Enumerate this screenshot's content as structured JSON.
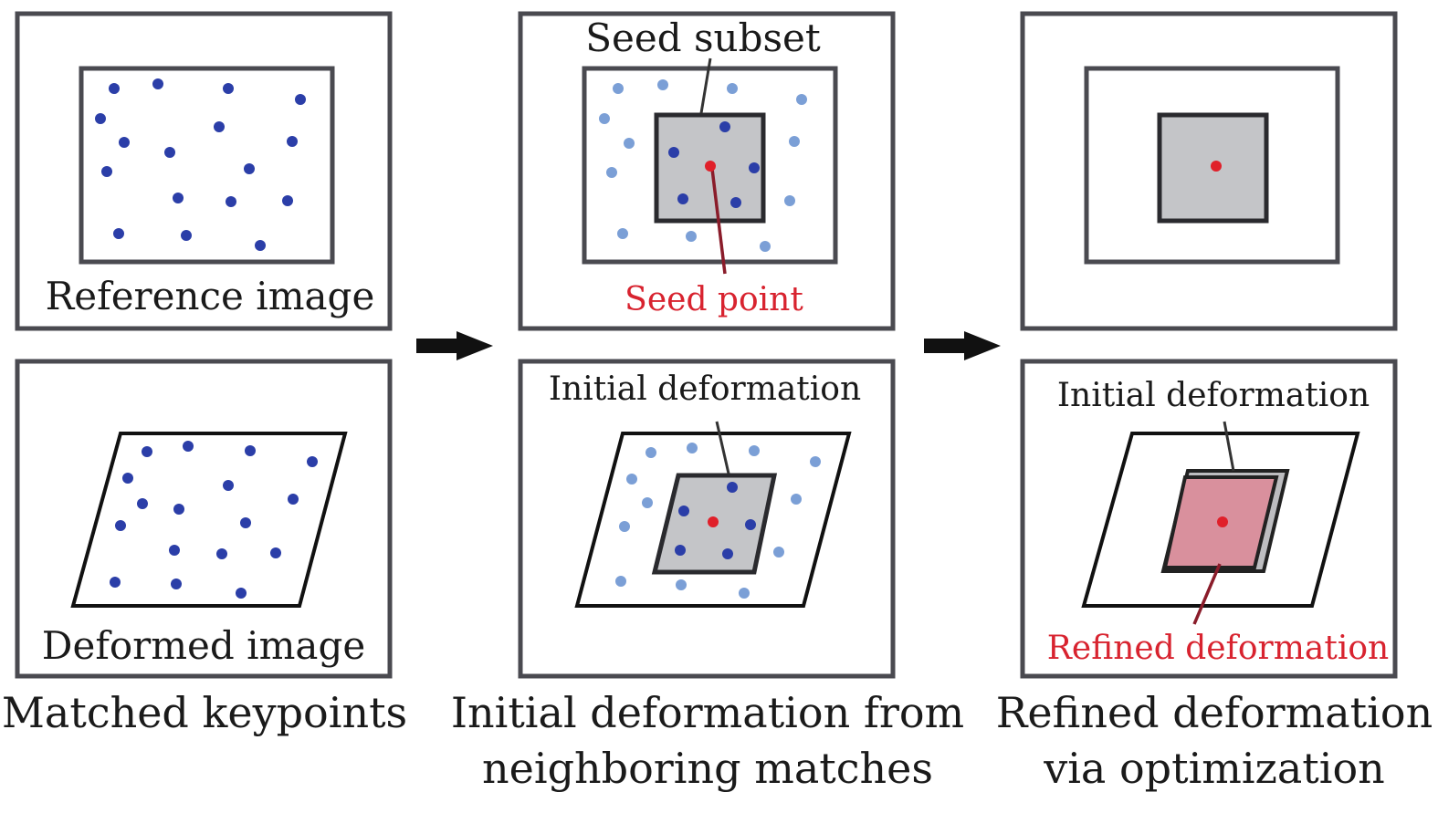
{
  "colors": {
    "keypoint": "#2b3ea8",
    "keypoint_faded": "#7b9fd6",
    "seed": "#e0202a",
    "label_red": "#d8232f",
    "subset_fill": "#c4c5c8",
    "refined_fill": "#d9909d"
  },
  "panels": {
    "reference": {
      "label": "Reference image"
    },
    "deformed": {
      "label": "Deformed image"
    },
    "seed_subset": {
      "callout": "Seed subset",
      "seed_callout": "Seed point"
    },
    "initial_deformation": {
      "callout": "Initial deformation"
    },
    "refined_top": {},
    "refined_bottom": {
      "callout": "Initial deformation",
      "refined_callout": "Refined deformation"
    }
  },
  "captions": {
    "col1": [
      "Matched keypoints"
    ],
    "col2": [
      "Initial deformation from",
      "neighboring matches"
    ],
    "col3": [
      "Refined deformation",
      "via optimization"
    ]
  },
  "arrows": [
    "arrow-1",
    "arrow-2"
  ]
}
